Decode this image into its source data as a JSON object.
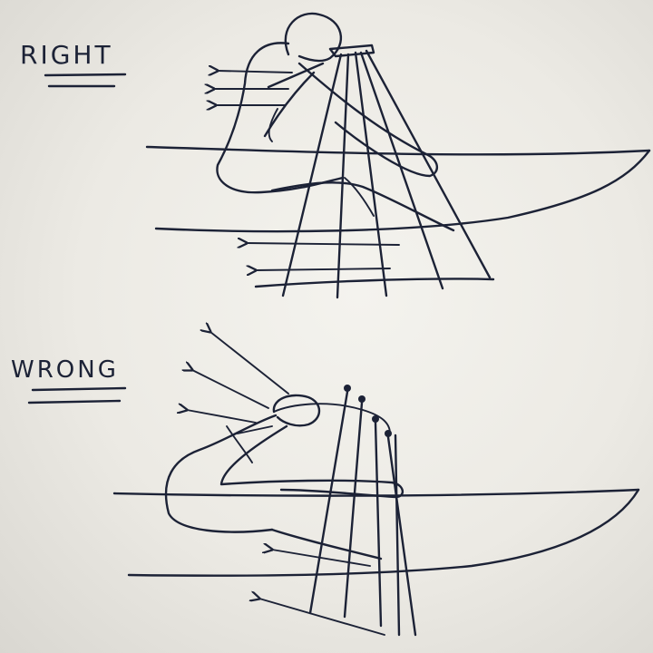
{
  "diagram": {
    "panels": [
      {
        "id": "right",
        "label": "RIGHT"
      },
      {
        "id": "wrong",
        "label": "WRONG"
      }
    ],
    "colors": {
      "ink": "#1c2236",
      "paper": "#f1f0eb"
    }
  }
}
